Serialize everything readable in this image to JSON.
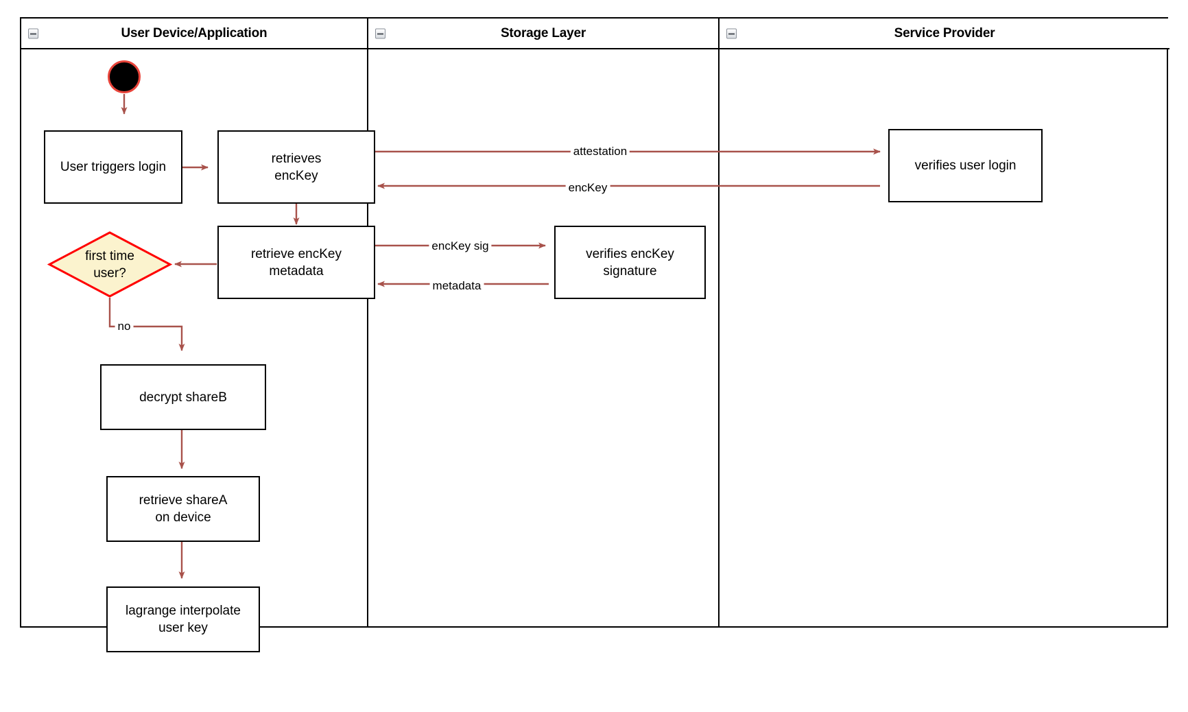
{
  "diagram": {
    "title": "User login key-recovery swimlane activity diagram",
    "accent_edge_color": "#A8524B",
    "decision_fill": "#FBF3CE",
    "decision_stroke": "#FF0000",
    "start_ring_color": "#E8443A",
    "node_stroke": "#000000",
    "lane_stroke": "#000000"
  },
  "lanes": [
    {
      "id": "user-device",
      "title": "User Device/Application",
      "collapse_icon": "collapse-minus-icon"
    },
    {
      "id": "storage-layer",
      "title": "Storage Layer",
      "collapse_icon": "collapse-minus-icon"
    },
    {
      "id": "service-provider",
      "title": "Service Provider",
      "collapse_icon": "collapse-minus-icon"
    }
  ],
  "nodes": [
    {
      "id": "start",
      "type": "start",
      "label": ""
    },
    {
      "id": "user-triggers-login",
      "type": "activity",
      "label": "User triggers login"
    },
    {
      "id": "retrieves-enckey",
      "type": "activity",
      "label": "retrieves\nencKey"
    },
    {
      "id": "retrieve-enckey-metadata",
      "type": "activity",
      "label": "retrieve encKey\nmetadata"
    },
    {
      "id": "first-time-user",
      "type": "decision",
      "label": "first time\nuser?"
    },
    {
      "id": "decrypt-shareb",
      "type": "activity",
      "label": "decrypt shareB"
    },
    {
      "id": "retrieve-sharea-on-device",
      "type": "activity",
      "label": "retrieve shareA\non device"
    },
    {
      "id": "lagrange-interpolate-user-key",
      "type": "activity",
      "label": "lagrange interpolate\nuser key"
    },
    {
      "id": "verifies-enckey-signature",
      "type": "activity",
      "label": "verifies encKey\nsignature"
    },
    {
      "id": "verifies-user-login",
      "type": "activity",
      "label": "verifies user login"
    }
  ],
  "edges": [
    {
      "id": "start-to-login",
      "from": "start",
      "to": "user-triggers-login",
      "label": ""
    },
    {
      "id": "login-to-retrieves",
      "from": "user-triggers-login",
      "to": "retrieves-enckey",
      "label": ""
    },
    {
      "id": "retrieves-to-verifies-login",
      "from": "retrieves-enckey",
      "to": "verifies-user-login",
      "label": "attestation"
    },
    {
      "id": "verifies-login-to-retrieves",
      "from": "verifies-user-login",
      "to": "retrieves-enckey",
      "label": "encKey"
    },
    {
      "id": "retrieves-to-metadata",
      "from": "retrieves-enckey",
      "to": "retrieve-enckey-metadata",
      "label": ""
    },
    {
      "id": "metadata-to-verifies-sig",
      "from": "retrieve-enckey-metadata",
      "to": "verifies-enckey-signature",
      "label": "encKey sig"
    },
    {
      "id": "verifies-sig-to-metadata",
      "from": "verifies-enckey-signature",
      "to": "retrieve-enckey-metadata",
      "label": "metadata"
    },
    {
      "id": "metadata-to-decision",
      "from": "retrieve-enckey-metadata",
      "to": "first-time-user",
      "label": ""
    },
    {
      "id": "decision-to-decrypt",
      "from": "first-time-user",
      "to": "decrypt-shareb",
      "label": "no"
    },
    {
      "id": "decrypt-to-retrieve-sharea",
      "from": "decrypt-shareb",
      "to": "retrieve-sharea-on-device",
      "label": ""
    },
    {
      "id": "sharea-to-lagrange",
      "from": "retrieve-sharea-on-device",
      "to": "lagrange-interpolate-user-key",
      "label": ""
    }
  ]
}
